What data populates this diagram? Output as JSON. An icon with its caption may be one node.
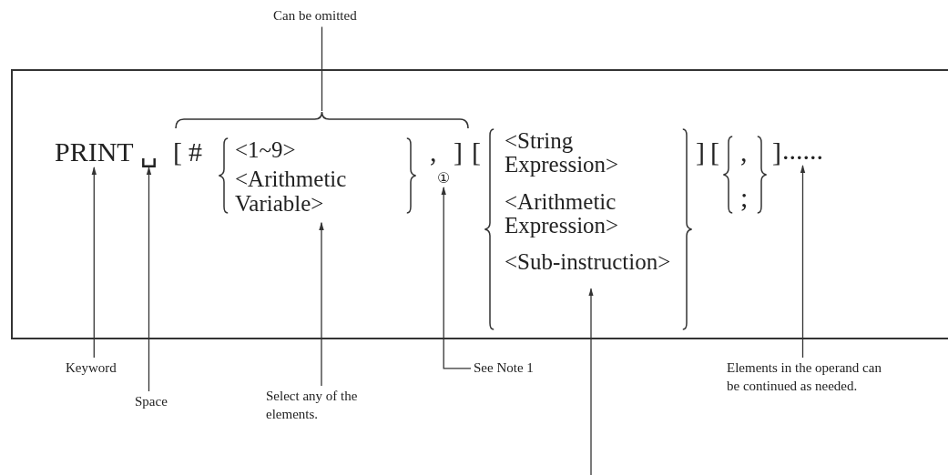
{
  "diagram": {
    "nodes": [
      {
        "text": [
          "Can be omitted"
        ]
      },
      {
        "text": [],
        "shape": "box"
      },
      {
        "text": [],
        "shape": "brace",
        "in": 1
      },
      {
        "text": [
          "PRINT"
        ],
        "in": 1
      },
      {
        "text": [
          "␣"
        ],
        "in": 1
      },
      {
        "text": [
          "<1~9>",
          "<Arithmetic Variable>"
        ],
        "in": 1
      },
      {
        "text": [
          "①"
        ],
        "in": 1
      },
      {
        "text": [
          "<String Expression>",
          "<Arithmetic Expression>",
          "<Sub-instruction>"
        ],
        "in": 1
      },
      {
        "text": [
          "......"
        ],
        "in": 1
      },
      {
        "text": [
          "Keyword"
        ]
      },
      {
        "text": [
          "See Note 1"
        ]
      },
      {
        "text": [
          "Elements in the operand can be continued as needed."
        ]
      },
      {
        "text": [
          "Space"
        ]
      },
      {
        "text": [
          "Select any of the elements."
        ]
      }
    ],
    "edges": [
      {
        "from": 0,
        "to": 2,
        "arrow": "none"
      },
      {
        "from": 9,
        "to": 3,
        "arrow": "to"
      },
      {
        "from": 12,
        "to": 4,
        "arrow": "to"
      },
      {
        "from": 13,
        "to": 5,
        "arrow": "to"
      },
      {
        "from": 10,
        "to": 6,
        "arrow": "to"
      },
      {
        "from": 11,
        "to": 8,
        "arrow": "to"
      },
      {
        "from": null,
        "to": 7,
        "arrow": "to"
      }
    ],
    "labels": [
      "[",
      "#",
      ",",
      "]",
      "[",
      "]",
      "[",
      ",",
      ";",
      "]"
    ]
  }
}
